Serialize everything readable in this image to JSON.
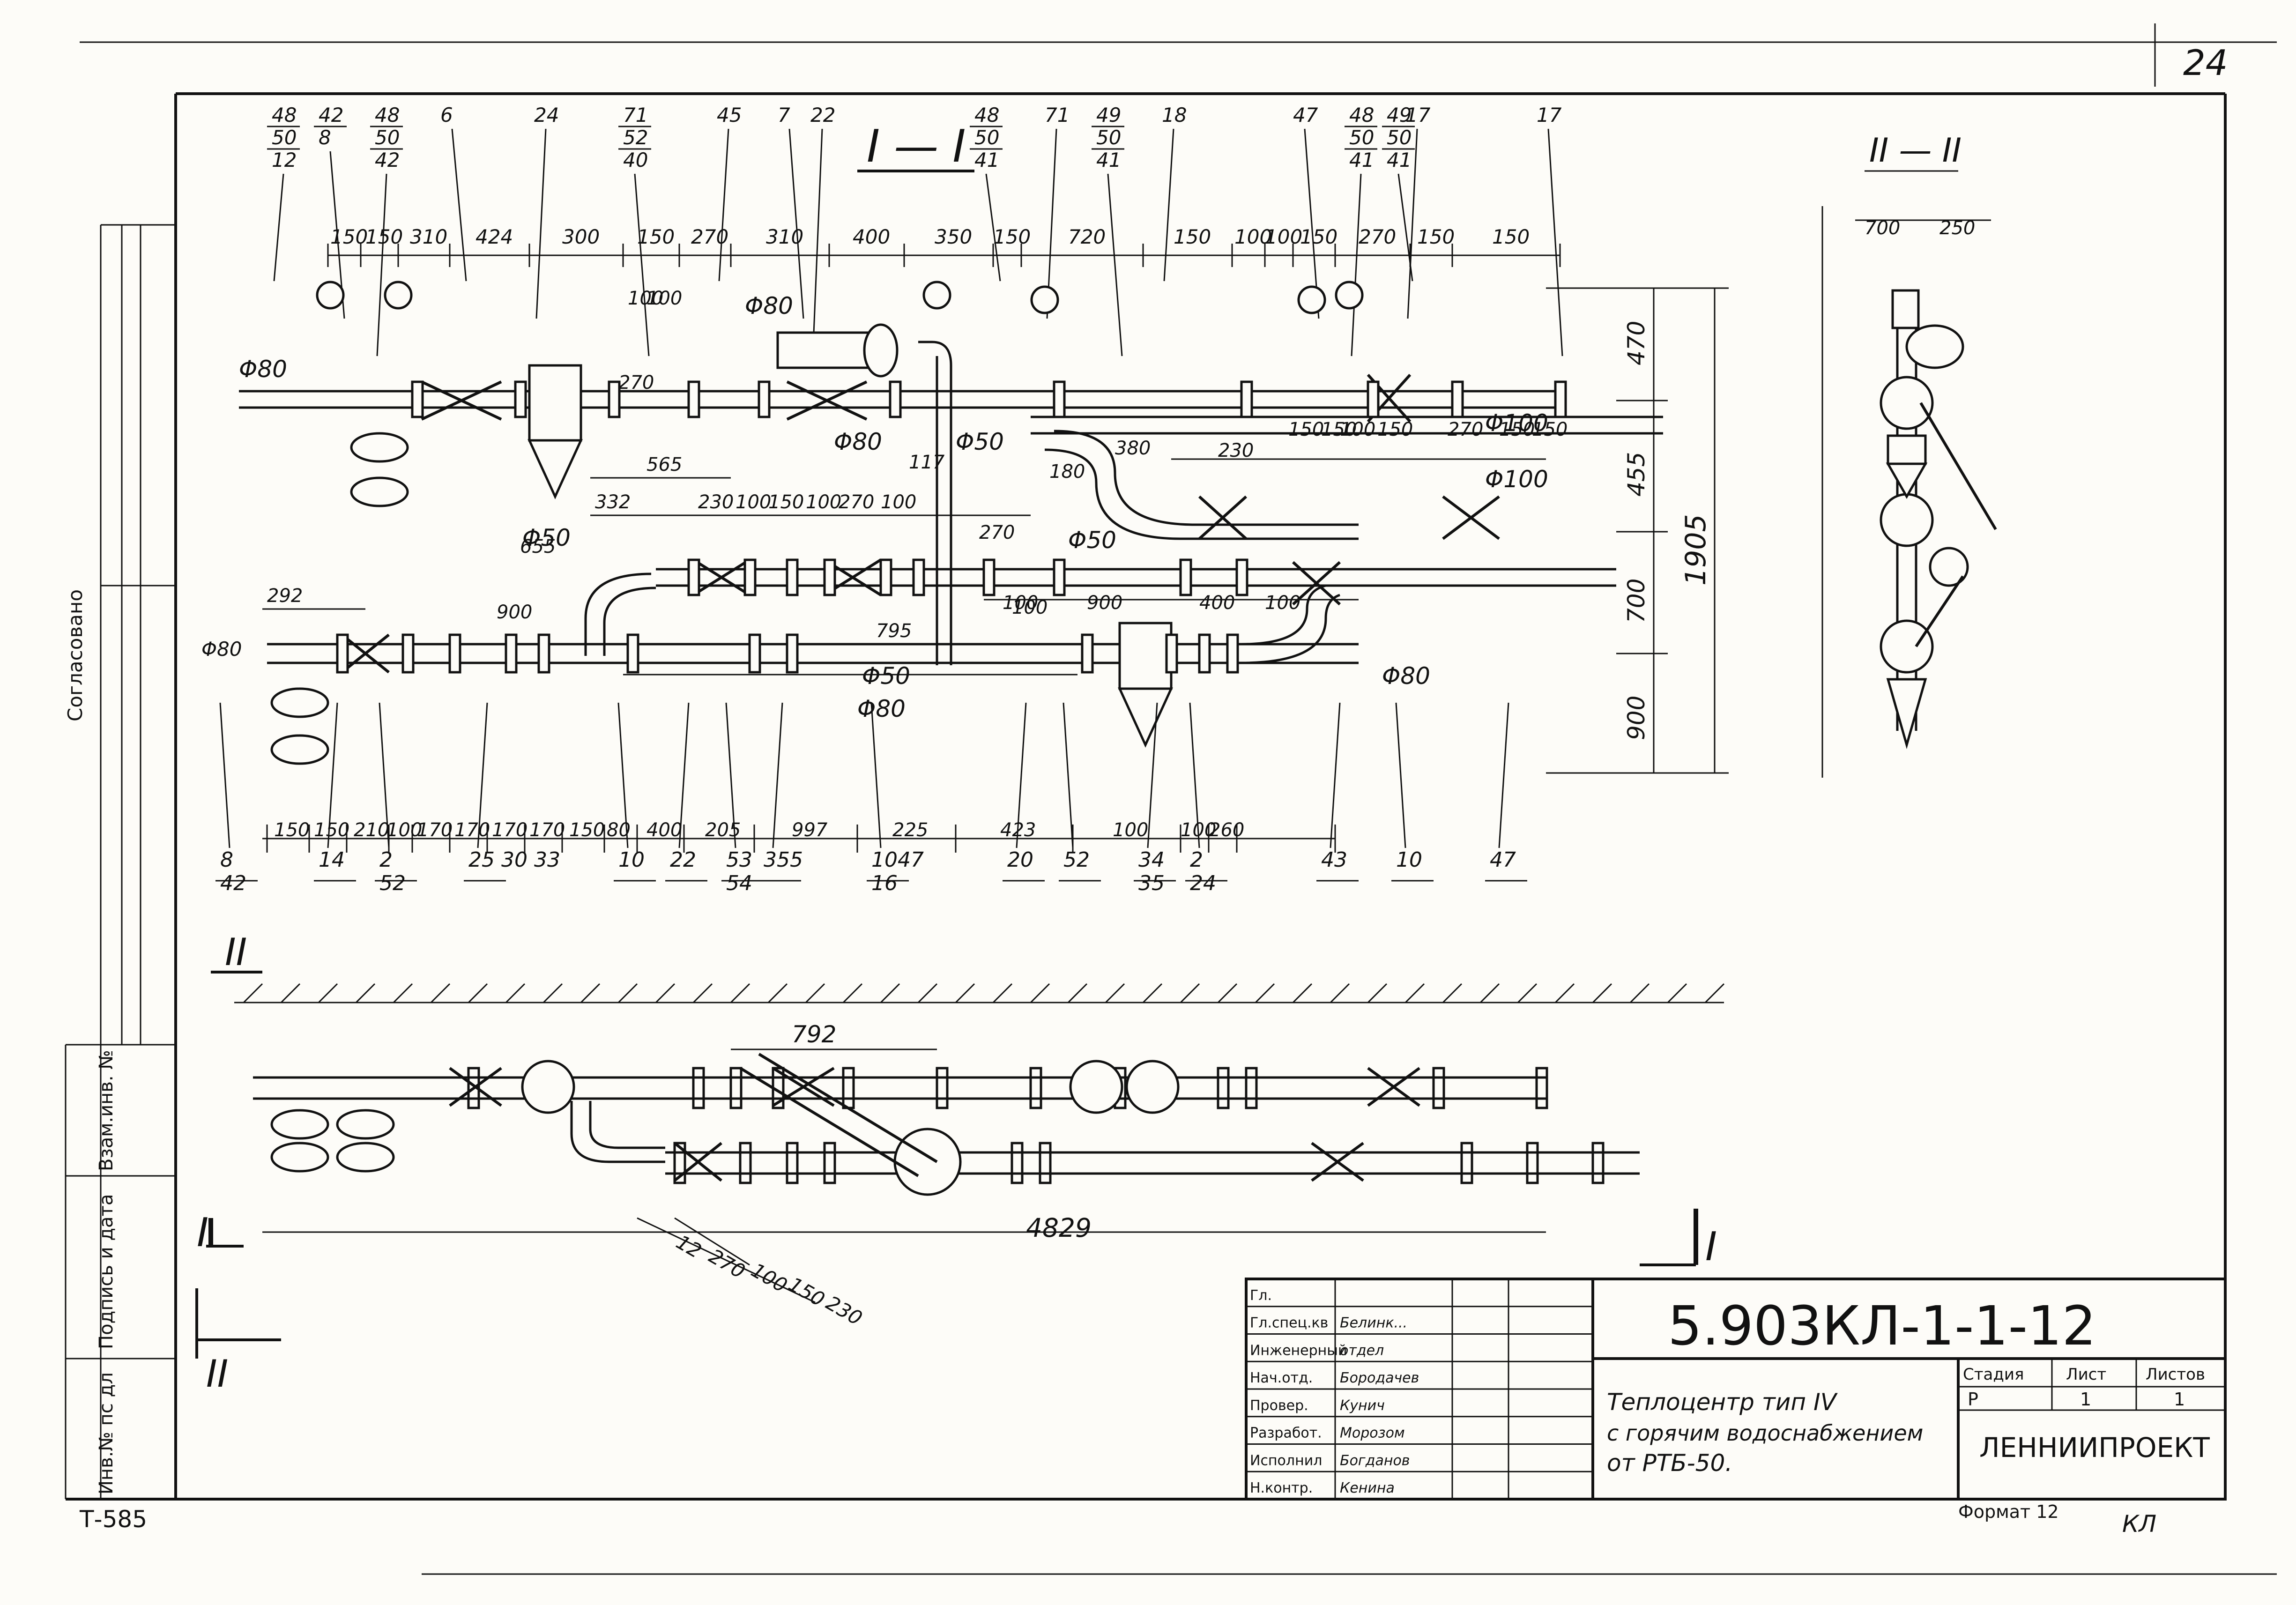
{
  "sheet_number": "24",
  "section_labels": {
    "main": "I — I",
    "side": "II — II",
    "cut_left": "II",
    "cut_i_left": "I",
    "cut_i_right": "I",
    "cut_ii_bottom": "II"
  },
  "left_margin": {
    "agreed": "Согласовано",
    "ref_no": "Взам.инв. №",
    "sign_date": "Подпись и дата",
    "inv_no": "Инв.№ пс дл"
  },
  "top_callouts": [
    {
      "id": "c1",
      "lines": [
        "48",
        "50",
        "12"
      ]
    },
    {
      "id": "c2",
      "lines": [
        "42",
        "8"
      ]
    },
    {
      "id": "c3",
      "lines": [
        "48",
        "50",
        "42"
      ]
    },
    {
      "id": "c4",
      "lines": [
        "6"
      ]
    },
    {
      "id": "c5",
      "lines": [
        "24"
      ]
    },
    {
      "id": "c6",
      "lines": [
        "71",
        "52",
        "40"
      ]
    },
    {
      "id": "c7",
      "lines": [
        "45"
      ]
    },
    {
      "id": "c8",
      "lines": [
        "7"
      ]
    },
    {
      "id": "c9",
      "lines": [
        "22"
      ]
    },
    {
      "id": "c10",
      "lines": [
        "48",
        "50",
        "41"
      ]
    },
    {
      "id": "c11",
      "lines": [
        "71"
      ]
    },
    {
      "id": "c12",
      "lines": [
        "49",
        "50",
        "41"
      ]
    },
    {
      "id": "c13",
      "lines": [
        "18"
      ]
    },
    {
      "id": "c14",
      "lines": [
        "47"
      ]
    },
    {
      "id": "c15",
      "lines": [
        "48",
        "50",
        "41"
      ]
    },
    {
      "id": "c16",
      "lines": [
        "49",
        "50",
        "41"
      ]
    },
    {
      "id": "c17",
      "lines": [
        "17"
      ]
    },
    {
      "id": "c18",
      "lines": [
        "17"
      ]
    }
  ],
  "top_dims": [
    "150",
    "150",
    "310",
    "424",
    "300",
    "150",
    "270",
    "310",
    "400",
    "350",
    "150",
    "720",
    "150",
    "100",
    "100",
    "150",
    "270",
    "150",
    "150"
  ],
  "inner_dims": [
    "565",
    "332",
    "230",
    "100",
    "150",
    "100",
    "270",
    "100",
    "380",
    "230",
    "150",
    "150",
    "100",
    "150",
    "270",
    "150",
    "150",
    "100",
    "900",
    "400",
    "100",
    "180",
    "117",
    "270",
    "100",
    "292",
    "655",
    "900",
    "270",
    "100",
    "100",
    "795"
  ],
  "diameters": [
    "Φ80",
    "Φ80",
    "Φ80",
    "Φ50",
    "Φ50",
    "Φ50",
    "Φ50",
    "Φ80",
    "Φ100",
    "Φ100",
    "Φ80",
    "Φ80"
  ],
  "right_dims": [
    "470",
    "455",
    "700",
    "900",
    "1905"
  ],
  "bottom_dims": [
    "150",
    "150",
    "210",
    "100",
    "170",
    "170",
    "170",
    "170",
    "150",
    "80",
    "400",
    "205",
    "997",
    "225",
    "423",
    "100",
    "100",
    "260"
  ],
  "bottom_callouts": [
    {
      "id": "b1",
      "lines": [
        "8",
        "42"
      ]
    },
    {
      "id": "b2",
      "lines": [
        "14"
      ]
    },
    {
      "id": "b3",
      "lines": [
        "2",
        "52"
      ]
    },
    {
      "id": "b4",
      "lines": [
        "25 30 33"
      ]
    },
    {
      "id": "b5",
      "lines": [
        "10"
      ]
    },
    {
      "id": "b6",
      "lines": [
        "22"
      ]
    },
    {
      "id": "b7",
      "lines": [
        "53",
        "54"
      ]
    },
    {
      "id": "b8",
      "lines": [
        "355"
      ]
    },
    {
      "id": "b9",
      "lines": [
        "1047",
        "16"
      ]
    },
    {
      "id": "b10",
      "lines": [
        "20"
      ]
    },
    {
      "id": "b11",
      "lines": [
        "52"
      ]
    },
    {
      "id": "b12",
      "lines": [
        "34",
        "35"
      ]
    },
    {
      "id": "b13",
      "lines": [
        "2",
        "24"
      ]
    },
    {
      "id": "b14",
      "lines": [
        "43"
      ]
    },
    {
      "id": "b15",
      "lines": [
        "10"
      ]
    },
    {
      "id": "b16",
      "lines": [
        "47"
      ]
    }
  ],
  "plan_dims": {
    "top": "792",
    "overall": "4829",
    "diag": [
      "12",
      "270",
      "100",
      "150",
      "230"
    ]
  },
  "side_dims": [
    "700",
    "250"
  ],
  "title_block": {
    "designation": "5.903КЛ-1-1-12",
    "title_lines": [
      "Теплоцентр тип IV",
      "с горячим водоснабжением",
      "от РТБ-50."
    ],
    "org": "ЛЕННИИПРОЕКТ",
    "stage_header": "Стадия",
    "sheet_header": "Лист",
    "sheets_header": "Листов",
    "stage": "Р",
    "sheet": "1",
    "sheets": "1",
    "rows": [
      {
        "role": "Гл.",
        "name": ""
      },
      {
        "role": "Гл.спец.кв",
        "name": "Белинк..."
      },
      {
        "role": "Инженерный",
        "name": "отдел"
      },
      {
        "role": "Нач.отд.",
        "name": "Бородачев"
      },
      {
        "role": "Провер.",
        "name": "Кунич"
      },
      {
        "role": "Разработ.",
        "name": "Морозом"
      },
      {
        "role": "Исполнил",
        "name": "Богданов"
      },
      {
        "role": "Н.контр.",
        "name": "Кенина"
      }
    ]
  },
  "footer": {
    "doc_code": "Т-585",
    "format": "Формат 12",
    "mark": "КЛ"
  }
}
